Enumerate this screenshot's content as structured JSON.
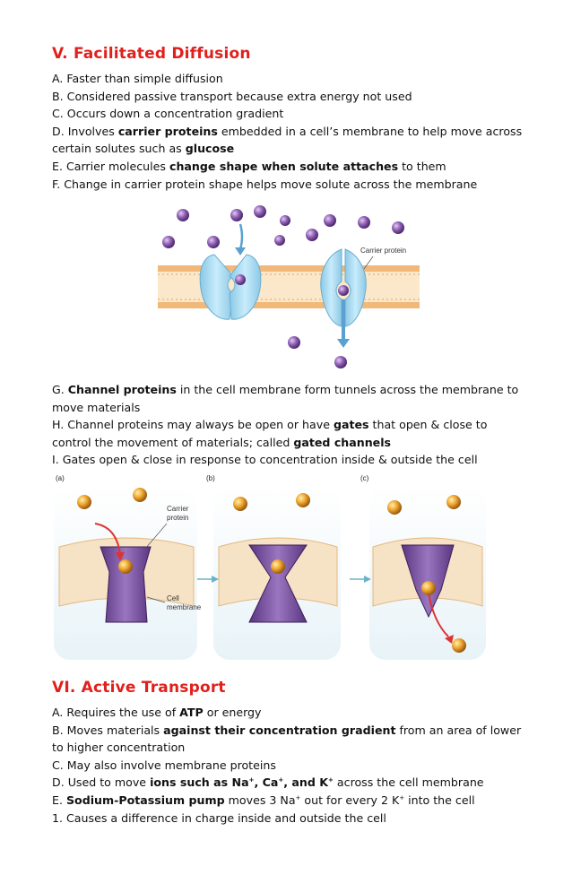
{
  "section5": {
    "heading": "V. Facilitated Diffusion",
    "a": "A. Faster than simple diffusion",
    "b": "B. Considered passive transport because extra energy not used",
    "c": "C. Occurs down a concentration gradient",
    "d_pre": "D. Involves ",
    "d_bold": "carrier proteins",
    "d_post": " embedded in a cell’s membrane to help move across",
    "d2_pre": "certain solutes such as ",
    "d2_bold": "glucose",
    "e_pre": "E. Carrier molecules ",
    "e_bold": "change shape when solute attaches",
    "e_post": " to them",
    "f": "F. Change in carrier protein shape helps move solute across the membrane",
    "fig1_label": "Carrier protein",
    "g_pre": "G. ",
    "g_bold": "Channel proteins",
    "g_post": " in the cell membrane form tunnels across the membrane to",
    "g2": "move materials",
    "h_pre": "H. Channel proteins may always be open or have ",
    "h_bold": "gates",
    "h_post": " that open & close to",
    "h2_pre": "control the movement of materials; called ",
    "h2_bold": "gated channels",
    "i": "I. Gates open & close in response to concentration inside & outside the cell",
    "fig2": {
      "panel_a": "(a)",
      "panel_b": "(b)",
      "panel_c": "(c)",
      "carrier_line1": "Carrier",
      "carrier_line2": "protein",
      "cell_line1": "Cell",
      "cell_line2": "membrane"
    }
  },
  "section6": {
    "heading": "VI. Active Transport",
    "a_pre": "A. Requires the use of ",
    "a_bold": "ATP",
    "a_post": " or energy",
    "b_pre": "B. Moves materials ",
    "b_bold": "against their concentration gradient",
    "b_post": " from an area of lower",
    "b2": "to higher concentration",
    "c": "C. May also involve membrane proteins",
    "d_pre": "D. Used to move ",
    "d_bold1": "ions such as Na",
    "d_bold2": ", Ca",
    "d_bold3": ", and K",
    "d_sup": "+",
    "d_post": " across the cell membrane",
    "e_pre": "E. ",
    "e_bold": "Sodium-Potassium pump",
    "e_mid1": " moves 3 Na",
    "e_mid2": " out for every 2 K",
    "e_post": " into the cell",
    "one": "1. Causes a difference in charge inside and outside the cell"
  },
  "colors": {
    "heading": "#e0201c",
    "membrane": "#f3cfa0",
    "protein": "#a8d8f0",
    "channel": "#7b4f9a",
    "solute": "#7a4f9c",
    "ion": "#e6a21e"
  }
}
